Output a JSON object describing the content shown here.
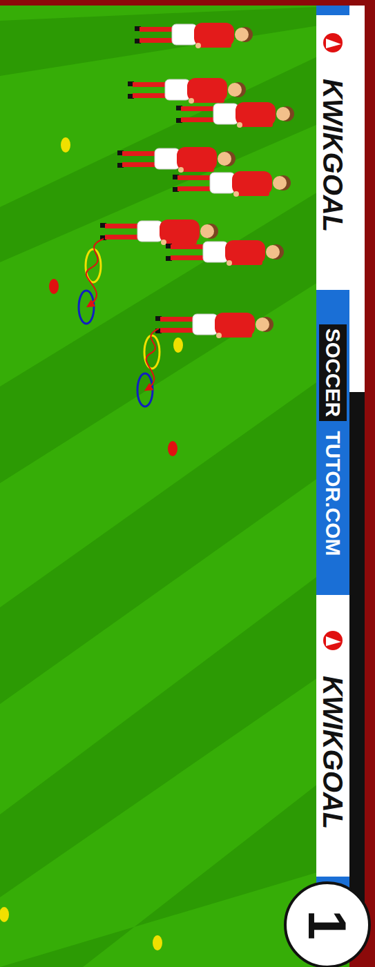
{
  "diagram": {
    "nodes": [
      {
        "text": [
          "1"
        ]
      }
    ],
    "labels": [
      "KWIKGOAL",
      "SOCCER",
      "TUTOR.COM",
      "KWIKGOAL"
    ]
  }
}
